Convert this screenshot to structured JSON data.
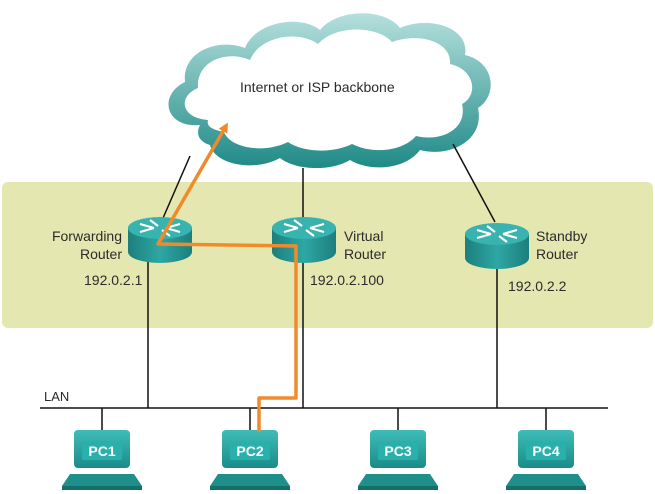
{
  "cloud": {
    "label": "Internet or ISP backbone"
  },
  "routers": [
    {
      "id": "forwarding",
      "line1": "Forwarding",
      "line2": "Router",
      "ip": "192.0.2.1"
    },
    {
      "id": "virtual",
      "line1": "Virtual",
      "line2": "Router",
      "ip": "192.0.2.100"
    },
    {
      "id": "standby",
      "line1": "Standby",
      "line2": "Router",
      "ip": "192.0.2.2"
    }
  ],
  "lan": {
    "label": "LAN"
  },
  "pcs": [
    {
      "label": "PC1"
    },
    {
      "label": "PC2"
    },
    {
      "label": "PC3"
    },
    {
      "label": "PC4"
    }
  ],
  "colors": {
    "zone": "#e4e8b0",
    "router": "#2a9a98",
    "pc": "#25a6a3",
    "traffic_path": "#f08a2a",
    "cloud_outline": "#2a9e9b"
  },
  "icons": {
    "router": "router-icon",
    "pc": "workstation-icon",
    "cloud": "cloud-icon"
  }
}
